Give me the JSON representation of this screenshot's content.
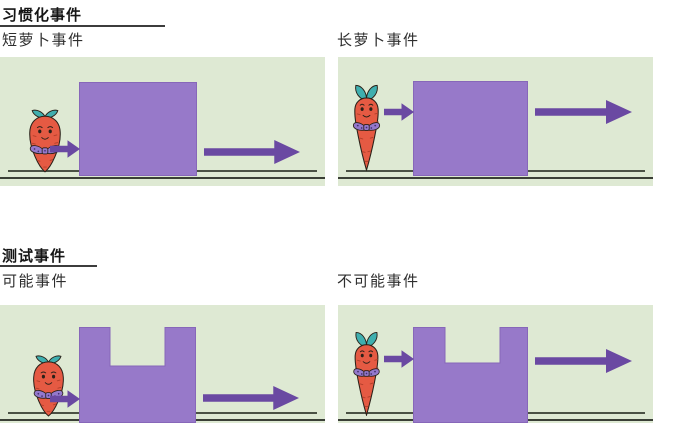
{
  "colors": {
    "panel_bg": "#dee9d3",
    "screen": "#9779c9",
    "screen_edge": "#8767b9",
    "arrow": "#6a49a2",
    "carrot_body": "#e55a43",
    "carrot_texture": "#b23f2b",
    "carrot_outline": "#2a2119",
    "leaf": "#3fafaf",
    "bow": "#9478cc",
    "bow_dot": "#43306f",
    "ground_line": "#4a5144",
    "panel_edge_line": "#3a3f36",
    "heading_text": "#151515",
    "label_text": "#2e2e2e"
  },
  "sections": [
    {
      "heading": "习惯化事件",
      "panels": [
        {
          "label": "短萝卜事件",
          "carrot": "short",
          "screen": "solid",
          "motion": "left-to-right"
        },
        {
          "label": "长萝卜事件",
          "carrot": "tall",
          "screen": "solid",
          "motion": "left-to-right"
        }
      ]
    },
    {
      "heading": "测试事件",
      "panels": [
        {
          "label": "可能事件",
          "carrot": "short",
          "screen": "windowed",
          "motion": "left-to-right"
        },
        {
          "label": "不可能事件",
          "carrot": "tall",
          "screen": "windowed",
          "motion": "left-to-right"
        }
      ]
    }
  ]
}
